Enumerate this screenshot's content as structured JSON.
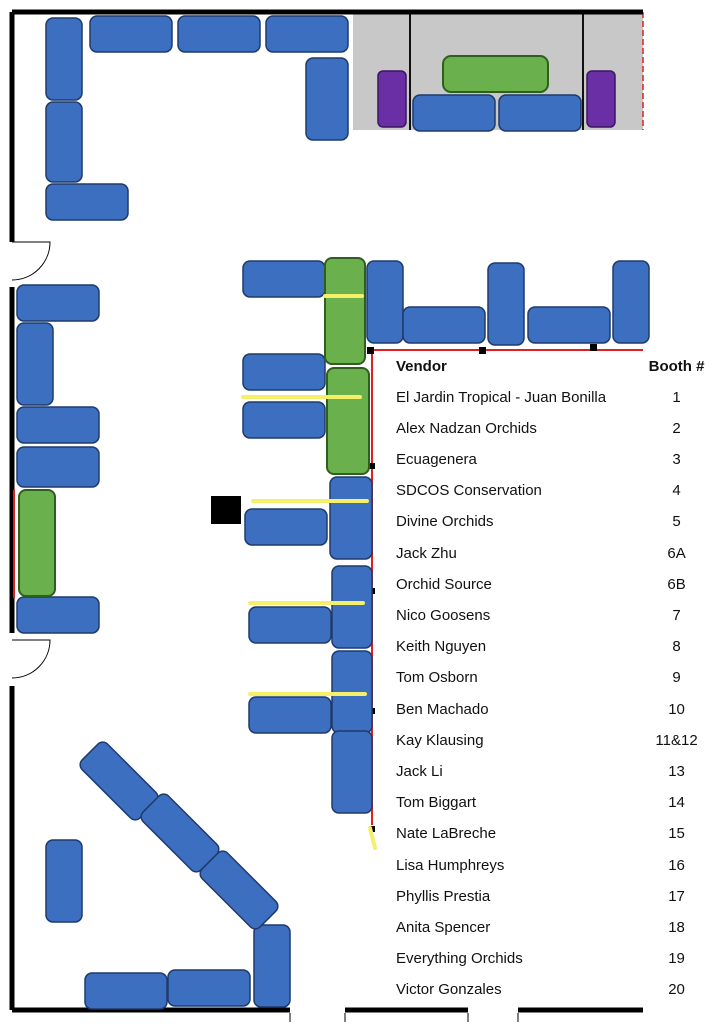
{
  "legend": {
    "header_vendor": "Vendor",
    "header_booth": "Booth #",
    "rows": [
      {
        "vendor": "El Jardin Tropical - Juan Bonilla",
        "booth": "1"
      },
      {
        "vendor": "Alex Nadzan Orchids",
        "booth": "2"
      },
      {
        "vendor": "Ecuagenera",
        "booth": "3"
      },
      {
        "vendor": "SDCOS Conservation",
        "booth": "4"
      },
      {
        "vendor": "Divine Orchids",
        "booth": "5"
      },
      {
        "vendor": "Jack Zhu",
        "booth": "6A"
      },
      {
        "vendor": "Orchid Source",
        "booth": "6B"
      },
      {
        "vendor": "Nico Goosens",
        "booth": "7"
      },
      {
        "vendor": "Keith Nguyen",
        "booth": "8"
      },
      {
        "vendor": "Tom Osborn",
        "booth": "9"
      },
      {
        "vendor": "Ben Machado",
        "booth": "10"
      },
      {
        "vendor": "Kay Klausing",
        "booth": "11&12"
      },
      {
        "vendor": "Jack Li",
        "booth": "13"
      },
      {
        "vendor": "Tom Biggart",
        "booth": "14"
      },
      {
        "vendor": "Nate LaBreche",
        "booth": "15"
      },
      {
        "vendor": "Lisa Humphreys",
        "booth": "16"
      },
      {
        "vendor": "Phyllis Prestia",
        "booth": "17"
      },
      {
        "vendor": "Anita Spencer",
        "booth": "18"
      },
      {
        "vendor": "Everything Orchids",
        "booth": "19"
      },
      {
        "vendor": "Victor Gonzales",
        "booth": "20"
      }
    ]
  },
  "colors": {
    "table_blue": "#3d6fc0",
    "table_green": "#6ab04c",
    "podium_purple": "#6b2fa5",
    "stage_gray": "#c8c8c8",
    "wall": "#000000",
    "boundary_red": "#e02020",
    "divider_yellow": "#f5ef6a"
  }
}
